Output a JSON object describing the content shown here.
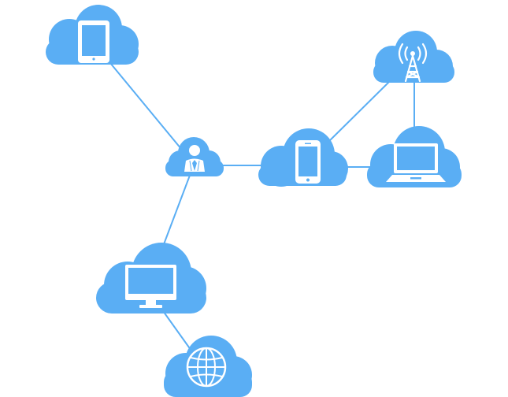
{
  "diagram": {
    "colors": {
      "cloud": "#5aaef4",
      "line": "#5aaef4",
      "icon": "#ffffff",
      "background": "#ffffff"
    },
    "nodes": [
      {
        "id": "tablet",
        "icon": "tablet-icon"
      },
      {
        "id": "user",
        "icon": "user-icon"
      },
      {
        "id": "phone",
        "icon": "phone-icon"
      },
      {
        "id": "tower",
        "icon": "radio-tower-icon"
      },
      {
        "id": "laptop",
        "icon": "laptop-icon"
      },
      {
        "id": "monitor",
        "icon": "monitor-icon"
      },
      {
        "id": "globe",
        "icon": "globe-icon"
      }
    ],
    "edges": [
      {
        "from": "tablet",
        "to": "user"
      },
      {
        "from": "user",
        "to": "phone"
      },
      {
        "from": "user",
        "to": "monitor"
      },
      {
        "from": "monitor",
        "to": "globe"
      },
      {
        "from": "phone",
        "to": "tower"
      },
      {
        "from": "phone",
        "to": "laptop"
      },
      {
        "from": "tower",
        "to": "laptop"
      }
    ]
  }
}
